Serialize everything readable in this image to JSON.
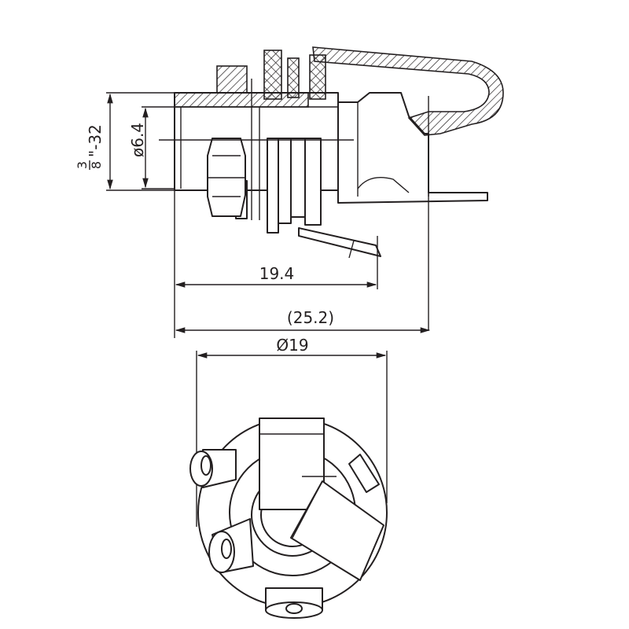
{
  "dimensions": {
    "thread": {
      "frac_num": "3",
      "frac_den": "8",
      "suffix": "\"-32"
    },
    "bushing_dia": "ø6.4",
    "body_length": "19.4",
    "overall_length": "(25.2)",
    "outer_dia": "Ø19"
  },
  "colors": {
    "line": "#231f20",
    "background": "#ffffff"
  }
}
